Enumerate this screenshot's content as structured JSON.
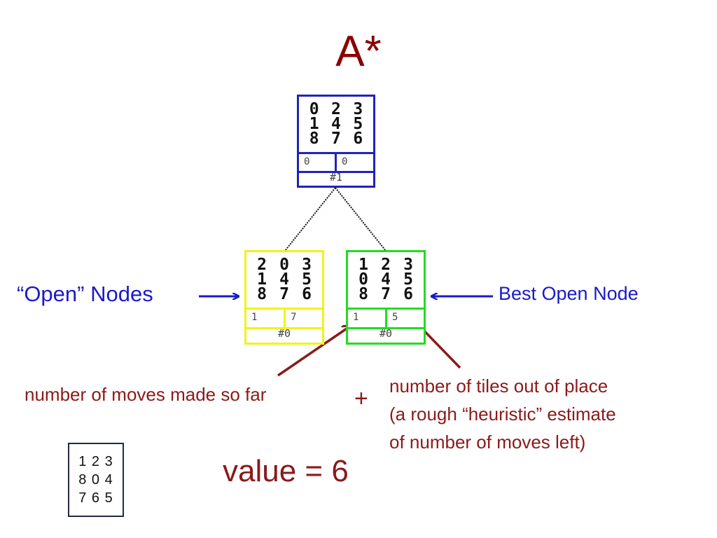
{
  "title": "A*",
  "nodes": {
    "root": {
      "tiles": [
        [
          "0",
          "2",
          "3"
        ],
        [
          "1",
          "4",
          "5"
        ],
        [
          "8",
          "7",
          "6"
        ]
      ],
      "g": "0",
      "h": "0",
      "id": "#1",
      "border_color": "#2222bb"
    },
    "left": {
      "tiles": [
        [
          "2",
          "0",
          "3"
        ],
        [
          "1",
          "4",
          "5"
        ],
        [
          "8",
          "7",
          "6"
        ]
      ],
      "g": "1",
      "h": "7",
      "id": "#0",
      "border_color": "#f2f21a"
    },
    "right": {
      "tiles": [
        [
          "1",
          "2",
          "3"
        ],
        [
          "0",
          "4",
          "5"
        ],
        [
          "8",
          "7",
          "6"
        ]
      ],
      "g": "1",
      "h": "5",
      "id": "#0",
      "border_color": "#22dd22"
    }
  },
  "labels": {
    "open_nodes": "“Open” Nodes",
    "best_open_node": "Best Open Node",
    "moves_made": "number of moves made so far",
    "plus": "+",
    "tiles_out_line1": "number of tiles out of place",
    "tiles_out_line2": "(a rough “heuristic” estimate",
    "tiles_out_line3": "of number of moves left)",
    "value": "value = 6"
  },
  "goal_state": {
    "rows": [
      "1 2 3",
      "8 0 4",
      "7 6 5"
    ]
  },
  "colors": {
    "title": "#8b0000",
    "annotation_blue": "#1a1acc",
    "annotation_red": "#8b1a1a"
  }
}
